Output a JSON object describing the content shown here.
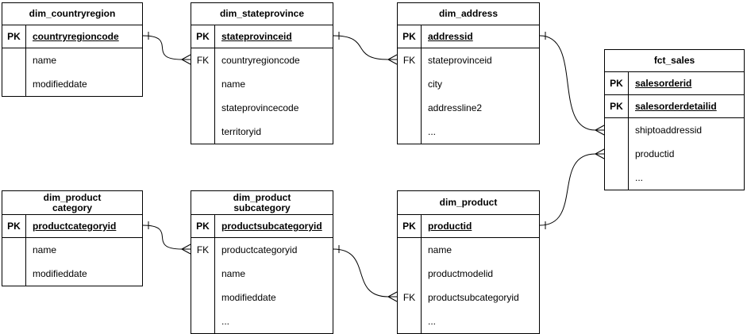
{
  "diagram": {
    "colors": {
      "background": "#ffffff",
      "line": "#000000",
      "text": "#000000"
    },
    "tables": [
      {
        "name": "dim_countryregion",
        "title_lines": [
          "dim_countryregion"
        ],
        "rows": [
          {
            "key": "PK",
            "label": "countryregioncode",
            "style": "pk"
          },
          {
            "key": "",
            "label": "name",
            "style": "plain"
          },
          {
            "key": "",
            "label": "modifieddate",
            "style": "plain"
          }
        ]
      },
      {
        "name": "dim_stateprovince",
        "title_lines": [
          "dim_stateprovince"
        ],
        "rows": [
          {
            "key": "PK",
            "label": "stateprovinceid",
            "style": "pk"
          },
          {
            "key": "FK",
            "label": "countryregioncode",
            "style": "plain"
          },
          {
            "key": "",
            "label": "name",
            "style": "plain"
          },
          {
            "key": "",
            "label": "stateprovincecode",
            "style": "plain"
          },
          {
            "key": "",
            "label": "territoryid",
            "style": "plain"
          }
        ]
      },
      {
        "name": "dim_address",
        "title_lines": [
          "dim_address"
        ],
        "rows": [
          {
            "key": "PK",
            "label": "addressid",
            "style": "pk"
          },
          {
            "key": "FK",
            "label": "stateprovinceid",
            "style": "plain"
          },
          {
            "key": "",
            "label": "city",
            "style": "plain"
          },
          {
            "key": "",
            "label": "addressline2",
            "style": "plain"
          },
          {
            "key": "",
            "label": "...",
            "style": "plain"
          }
        ]
      },
      {
        "name": "fct_sales",
        "title_lines": [
          "fct_sales"
        ],
        "rows": [
          {
            "key": "PK",
            "label": "salesorderid",
            "style": "pk"
          },
          {
            "key": "PK",
            "label": "salesorderdetailid",
            "style": "pk"
          },
          {
            "key": "",
            "label": "shiptoaddressid",
            "style": "plain"
          },
          {
            "key": "",
            "label": "productid",
            "style": "plain"
          },
          {
            "key": "",
            "label": "...",
            "style": "plain"
          }
        ]
      },
      {
        "name": "dim_product category",
        "title_lines": [
          "dim_product",
          "category"
        ],
        "rows": [
          {
            "key": "PK",
            "label": "productcategoryid",
            "style": "pk"
          },
          {
            "key": "",
            "label": "name",
            "style": "plain"
          },
          {
            "key": "",
            "label": "modifieddate",
            "style": "plain"
          }
        ]
      },
      {
        "name": "dim_product subcategory",
        "title_lines": [
          "dim_product",
          "subcategory"
        ],
        "rows": [
          {
            "key": "PK",
            "label": "productsubcategoryid",
            "style": "pk"
          },
          {
            "key": "FK",
            "label": "productcategoryid",
            "style": "plain"
          },
          {
            "key": "",
            "label": "name",
            "style": "plain"
          },
          {
            "key": "",
            "label": "modifieddate",
            "style": "plain"
          },
          {
            "key": "",
            "label": "...",
            "style": "plain"
          }
        ]
      },
      {
        "name": "dim_product",
        "title_lines": [
          "dim_product"
        ],
        "rows": [
          {
            "key": "PK",
            "label": "productid",
            "style": "pk"
          },
          {
            "key": "",
            "label": "name",
            "style": "plain"
          },
          {
            "key": "",
            "label": "productmodelid",
            "style": "plain"
          },
          {
            "key": "FK",
            "label": "productsubcategoryid",
            "style": "plain"
          },
          {
            "key": "",
            "label": "...",
            "style": "plain"
          }
        ]
      }
    ],
    "relationships": [
      {
        "from": "dim_countryregion",
        "from_field": "countryregioncode",
        "to": "dim_stateprovince",
        "to_field": "countryregioncode",
        "from_end": "one",
        "to_end": "many"
      },
      {
        "from": "dim_stateprovince",
        "from_field": "stateprovinceid",
        "to": "dim_address",
        "to_field": "stateprovinceid",
        "from_end": "one",
        "to_end": "many"
      },
      {
        "from": "dim_address",
        "from_field": "addressid",
        "to": "fct_sales",
        "to_field": "shiptoaddressid",
        "from_end": "one",
        "to_end": "many"
      },
      {
        "from": "dim_product",
        "from_field": "productid",
        "to": "fct_sales",
        "to_field": "productid",
        "from_end": "one",
        "to_end": "many"
      },
      {
        "from": "dim_product category",
        "from_field": "productcategoryid",
        "to": "dim_product subcategory",
        "to_field": "productcategoryid",
        "from_end": "one",
        "to_end": "many"
      },
      {
        "from": "dim_product subcategory",
        "from_field": "productsubcategoryid",
        "to": "dim_product",
        "to_field": "productsubcategoryid",
        "from_end": "one",
        "to_end": "many"
      }
    ]
  }
}
